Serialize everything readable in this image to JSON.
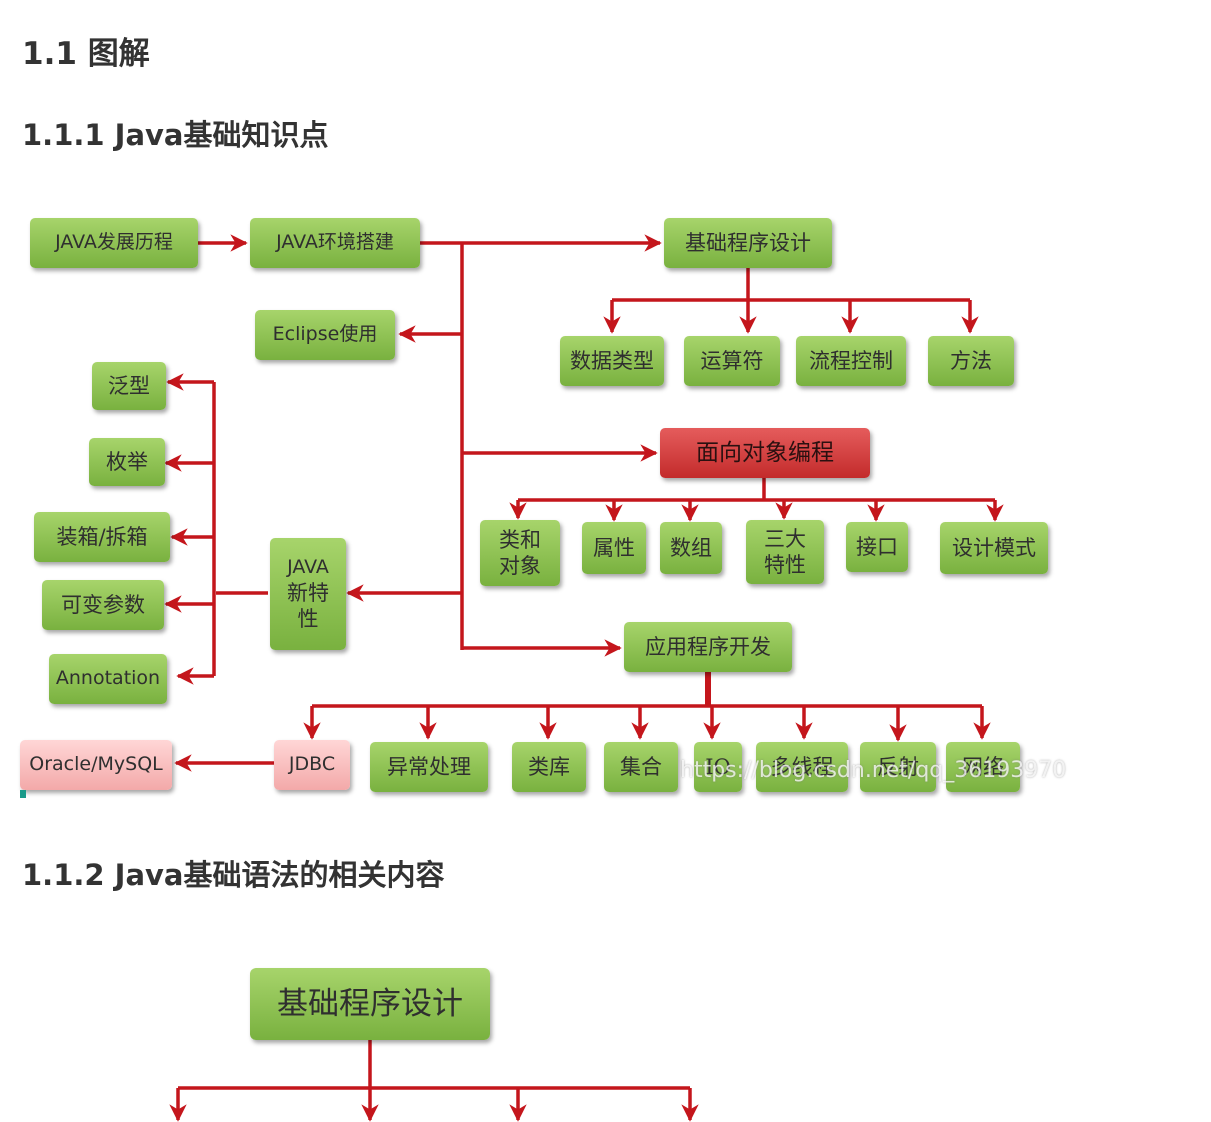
{
  "headings": {
    "h1": "1.1 图解",
    "h2": "1.1.1 Java基础知识点",
    "h3": "1.1.2 Java基础语法的相关内容"
  },
  "diagram1": {
    "nodes": {
      "java_history": "JAVA发展历程",
      "java_env": "JAVA环境搭建",
      "basic_design": "基础程序设计",
      "data_types": "数据类型",
      "operators": "运算符",
      "flow_control": "流程控制",
      "methods": "方法",
      "eclipse": "Eclipse使用",
      "generics": "泛型",
      "enums": "枚举",
      "boxing": "装箱/拆箱",
      "varargs": "可变参数",
      "annotation": "Annotation",
      "new_features": [
        "JAVA",
        "新特",
        "性"
      ],
      "oop": "面向对象编程",
      "class_object": [
        "类和",
        "对象"
      ],
      "attributes": "属性",
      "arrays": "数组",
      "three_features": [
        "三大",
        "特性"
      ],
      "interfaces": "接口",
      "design_patterns": "设计模式",
      "app_dev": "应用程序开发",
      "oracle_mysql": "Oracle/MySQL",
      "jdbc": "JDBC",
      "exceptions": "异常处理",
      "libraries": "类库",
      "collections": "集合",
      "io": "IO",
      "multithreading": "多线程",
      "reflection": "反射",
      "network": "网络"
    },
    "watermark": "https://blog.csdn.net/qq_36193970"
  },
  "diagram2": {
    "root": "基础程序设计"
  },
  "colors": {
    "line": "#c4161c",
    "node_green": "#8dc153",
    "node_red": "#d63c3c",
    "node_pink": "#f8c4c4"
  }
}
